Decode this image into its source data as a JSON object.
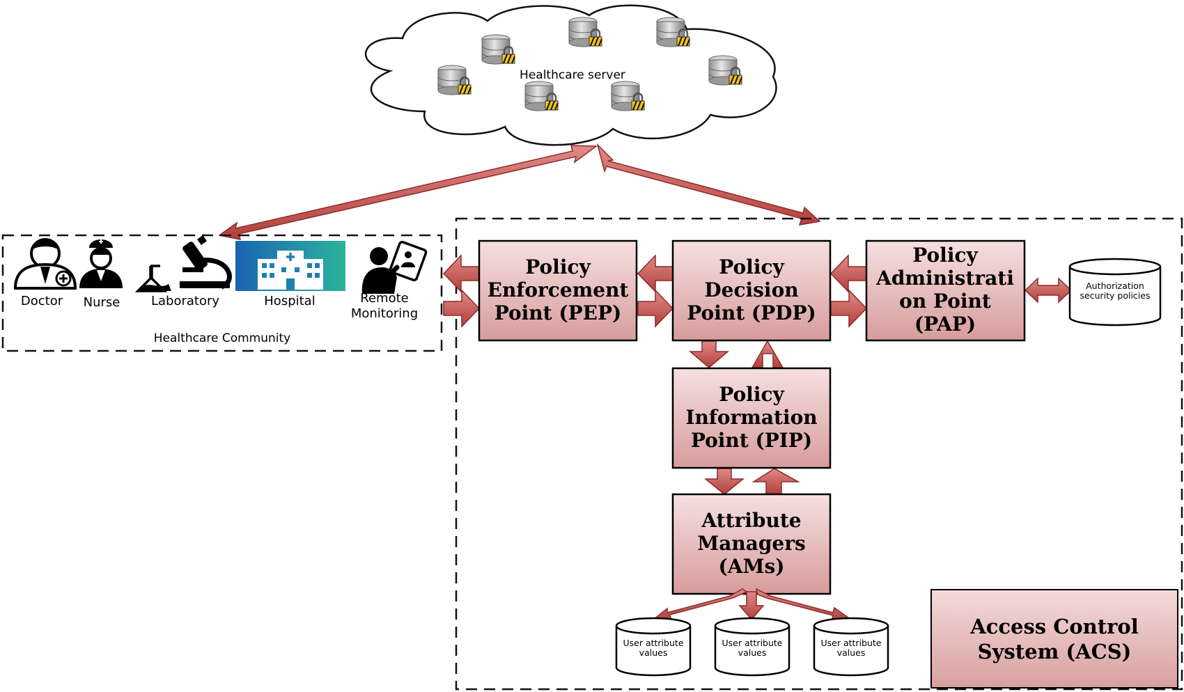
{
  "cloud": {
    "label": "Healthcare server"
  },
  "community": {
    "label": "Healthcare Community",
    "items": [
      {
        "label": "Doctor"
      },
      {
        "label": "Nurse"
      },
      {
        "label": "Laboratory"
      },
      {
        "label": "Hospital"
      },
      {
        "label_line1": "Remote",
        "label_line2": "Monitoring"
      }
    ]
  },
  "boxes": {
    "pep": [
      "Policy",
      "Enforcement",
      "Point (PEP)"
    ],
    "pdp": [
      "Policy",
      "Decision",
      "Point (PDP)"
    ],
    "pap": [
      "Policy",
      "Administrati",
      "on Point",
      "(PAP)"
    ],
    "pip": [
      "Policy",
      "Information",
      "Point (PIP)"
    ],
    "am": [
      "Attribute",
      "Managers",
      "(AMs)"
    ]
  },
  "stores": {
    "policies": [
      "Authorization",
      "security policies"
    ],
    "user_values": [
      [
        "User attribute",
        "values"
      ],
      [
        "User attribute",
        "values"
      ],
      [
        "User attribute",
        "values"
      ]
    ]
  },
  "acs": [
    "Access Control",
    "System (ACS)"
  ],
  "colors": {
    "box_top": "#f4dada",
    "box_bottom": "#d9a0a0",
    "arrow": "#c9605c",
    "arrow_stroke": "#8a2c2a",
    "hospital_left": "#1a64b4",
    "hospital_right": "#2bb39b"
  }
}
